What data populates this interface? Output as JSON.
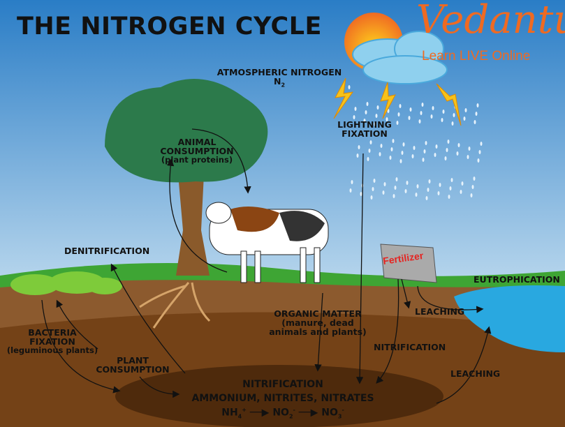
{
  "title": "THE NITROGEN CYCLE",
  "brand": {
    "name": "Vedantu",
    "tagline": "Learn LIVE Online"
  },
  "labels": {
    "atmospheric": "ATMOSPHERIC NITROGEN",
    "n2": "N",
    "n2_sub": "2",
    "lightning_1": "LIGHTNING",
    "lightning_2": "FIXATION",
    "animal_1": "ANIMAL",
    "animal_2": "CONSUMPTION",
    "animal_3": "(plant proteins)",
    "denitrification": "DENITRIFICATION",
    "eutrophication": "EUTROPHICATION",
    "leaching_upper": "LEACHING",
    "leaching_lower": "LEACHING",
    "organic_1": "ORGANIC MATTER",
    "organic_2": "(manure, dead",
    "organic_3": "animals and plants)",
    "nitrification_side": "NITRIFICATION",
    "bacteria_1": "BACTERIA",
    "bacteria_2": "FIXATION",
    "bacteria_3": "(leguminous plants)",
    "plant_1": "PLANT",
    "plant_2": "CONSUMPTION",
    "fertilizer": "Fertilizer"
  },
  "bottom": {
    "heading": "NITRIFICATION",
    "compounds": "AMMONIUM, NITRITES, NITRATES",
    "nh": "NH",
    "nh_sub": "4",
    "nh_sup": "+",
    "no2": "NO",
    "no2_sub": "2",
    "no2_sup": "-",
    "no3": "NO",
    "no3_sub": "3",
    "no3_sup": "-"
  }
}
